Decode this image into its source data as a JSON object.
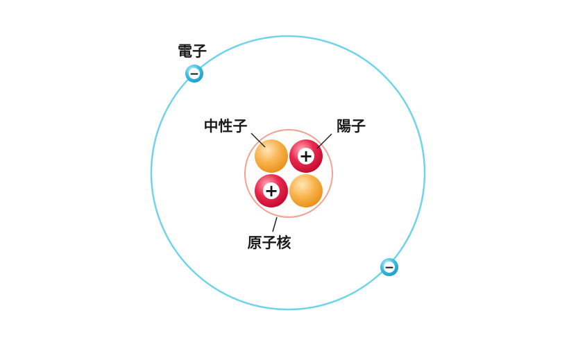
{
  "labels": {
    "electron": "電子",
    "neutron": "中性子",
    "proton": "陽子",
    "nucleus": "原子核"
  },
  "signs": {
    "proton": "+",
    "electron": "−"
  },
  "colors": {
    "orbit": "#6fd3ec",
    "nucleus_outline": "#f3a08f",
    "neutron": "#f5a535",
    "proton": "#e4133d",
    "electron": "#27b3d8",
    "leader_line": "#222222",
    "label_text": "#1a1a1a"
  }
}
